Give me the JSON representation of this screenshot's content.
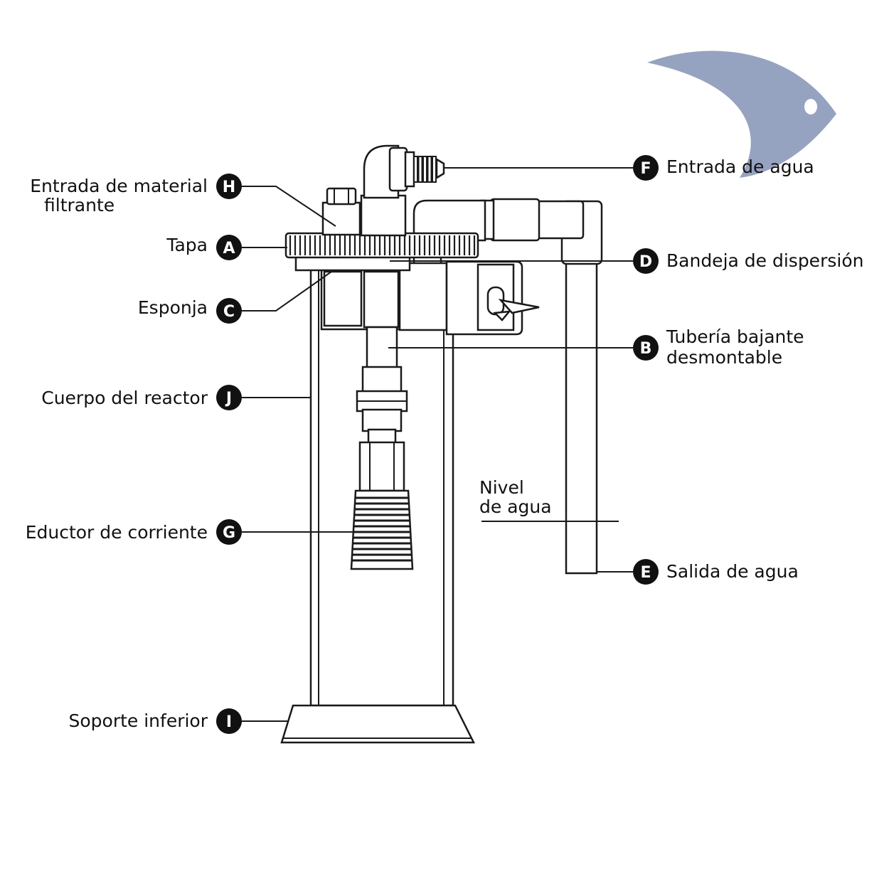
{
  "colors": {
    "line": "#1a1a1a",
    "badge": "#111111",
    "logo": "#96a3c0"
  },
  "logo": {
    "icon": "fish-logo-icon"
  },
  "callouts": {
    "H": {
      "letter": "H",
      "lines": [
        "Entrada de material",
        "filtrante"
      ]
    },
    "A": {
      "letter": "A",
      "lines": [
        "Tapa"
      ]
    },
    "C": {
      "letter": "C",
      "lines": [
        "Esponja"
      ]
    },
    "J": {
      "letter": "J",
      "lines": [
        "Cuerpo del reactor"
      ]
    },
    "G": {
      "letter": "G",
      "lines": [
        "Eductor de corriente"
      ]
    },
    "I": {
      "letter": "I",
      "lines": [
        "Soporte inferior"
      ]
    },
    "F": {
      "letter": "F",
      "lines": [
        "Entrada de agua"
      ]
    },
    "D": {
      "letter": "D",
      "lines": [
        "Bandeja de dispersión"
      ]
    },
    "B": {
      "letter": "B",
      "lines": [
        "Tubería bajante",
        "desmontable"
      ]
    },
    "E": {
      "letter": "E",
      "lines": [
        "Salida de agua"
      ]
    }
  },
  "water_level": {
    "lines": [
      "Nivel",
      "de agua"
    ]
  }
}
